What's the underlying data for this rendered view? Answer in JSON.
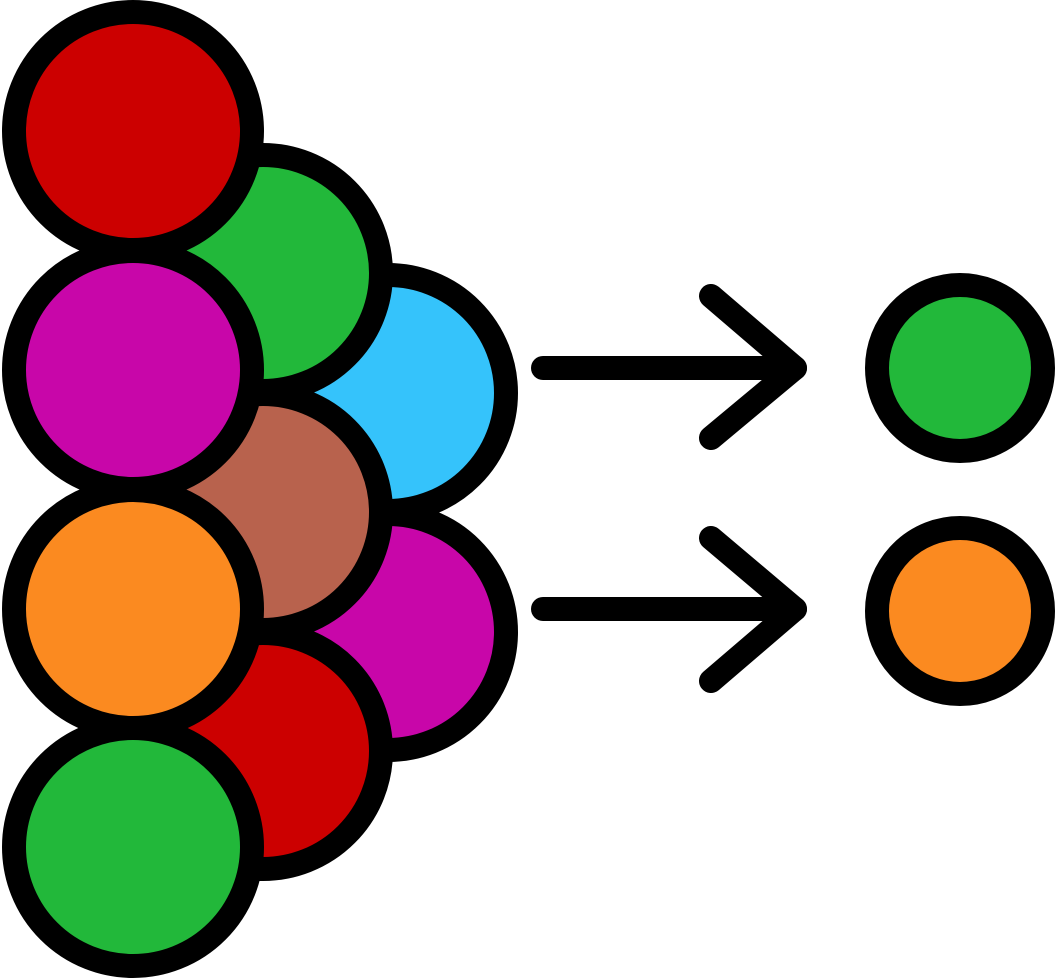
{
  "icon": {
    "name": "filter-selection-icon",
    "outline_color": "#000000",
    "background": "#ffffff",
    "input_balls": [
      {
        "name": "ball-red-top",
        "color": "#cc0000"
      },
      {
        "name": "ball-green-upper",
        "color": "#22b83a"
      },
      {
        "name": "ball-blue",
        "color": "#35c3fb"
      },
      {
        "name": "ball-magenta-upper",
        "color": "#c806a9"
      },
      {
        "name": "ball-brown",
        "color": "#b8624d"
      },
      {
        "name": "ball-magenta-lower",
        "color": "#c806a9"
      },
      {
        "name": "ball-red-lower",
        "color": "#cc0000"
      },
      {
        "name": "ball-orange",
        "color": "#fb8a20"
      },
      {
        "name": "ball-green-bottom",
        "color": "#22b83a"
      }
    ],
    "arrows": [
      {
        "name": "arrow-upper-icon"
      },
      {
        "name": "arrow-lower-icon"
      }
    ],
    "output_balls": [
      {
        "name": "result-ball-green",
        "color": "#22b83a"
      },
      {
        "name": "result-ball-orange",
        "color": "#fb8a20"
      }
    ]
  }
}
